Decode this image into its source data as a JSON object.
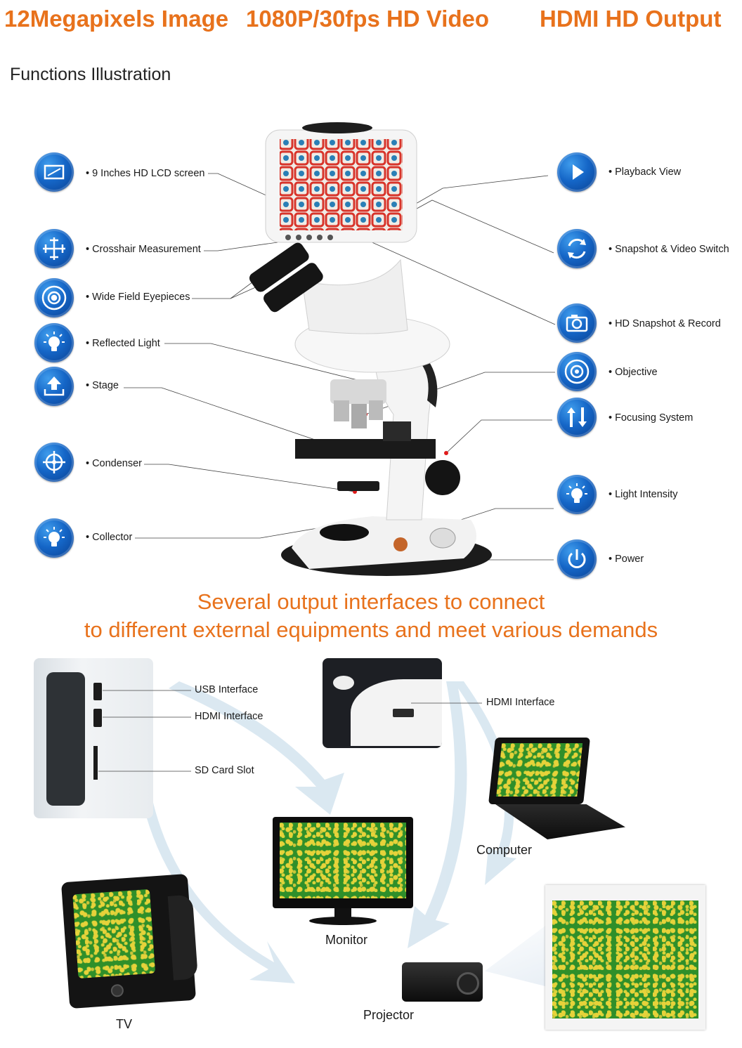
{
  "header": {
    "feature1": "12Megapixels Image",
    "feature2": "1080P/30fps HD Video",
    "feature3": "HDMI HD Output"
  },
  "section_title": "Functions Illustration",
  "left_functions": [
    {
      "label": "9 Inches HD LCD screen",
      "icon": "screen-icon"
    },
    {
      "label": "Crosshair Measurement",
      "icon": "crosshair-icon"
    },
    {
      "label": "Wide Field Eyepieces",
      "icon": "eyepiece-icon"
    },
    {
      "label": "Reflected Light",
      "icon": "bulb-icon"
    },
    {
      "label": "Stage",
      "icon": "stage-icon"
    },
    {
      "label": "Condenser",
      "icon": "target-icon"
    },
    {
      "label": "Collector",
      "icon": "bulb-icon"
    }
  ],
  "right_functions": [
    {
      "label": "Playback View",
      "icon": "play-icon"
    },
    {
      "label": "Snapshot & Video Switch",
      "icon": "switch-icon"
    },
    {
      "label": "HD Snapshot & Record",
      "icon": "camera-icon"
    },
    {
      "label": "Objective",
      "icon": "objective-icon"
    },
    {
      "label": "Focusing System",
      "icon": "focus-arrows-icon"
    },
    {
      "label": "Light Intensity",
      "icon": "bulb-icon"
    },
    {
      "label": "Power",
      "icon": "power-icon"
    }
  ],
  "slogan": {
    "line1": "Several output interfaces to connect",
    "line2": "to different external equipments and meet various demands"
  },
  "ports": {
    "usb": "USB Interface",
    "hdmi_left": "HDMI Interface",
    "sd": "SD Card Slot",
    "hdmi_right": "HDMI Interface"
  },
  "devices": {
    "computer": "Computer",
    "monitor": "Monitor",
    "tv": "TV",
    "projector": "Projector"
  },
  "colors": {
    "accent_orange": "#e8721c",
    "icon_blue": "#1566c7"
  }
}
